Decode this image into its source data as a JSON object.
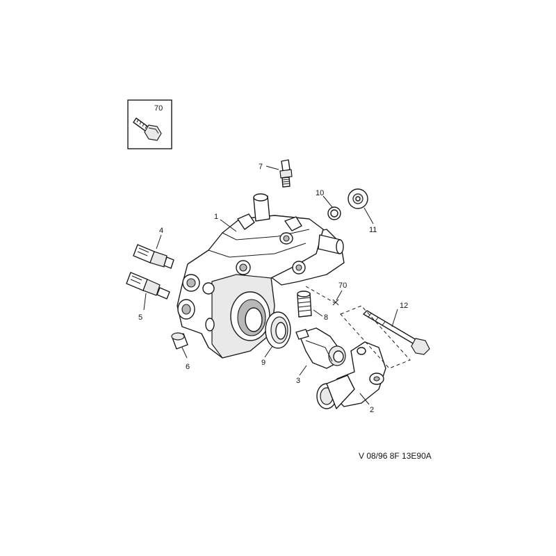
{
  "inset": {
    "callout": "70"
  },
  "callouts": {
    "c1": "1",
    "c2": "2",
    "c3": "3",
    "c4": "4",
    "c5": "5",
    "c6": "6",
    "c7": "7",
    "c8": "8",
    "c9": "9",
    "c10": "10",
    "c11": "11",
    "c12": "12",
    "c70": "70"
  },
  "reference": "V 08/96 8F 13E90A"
}
